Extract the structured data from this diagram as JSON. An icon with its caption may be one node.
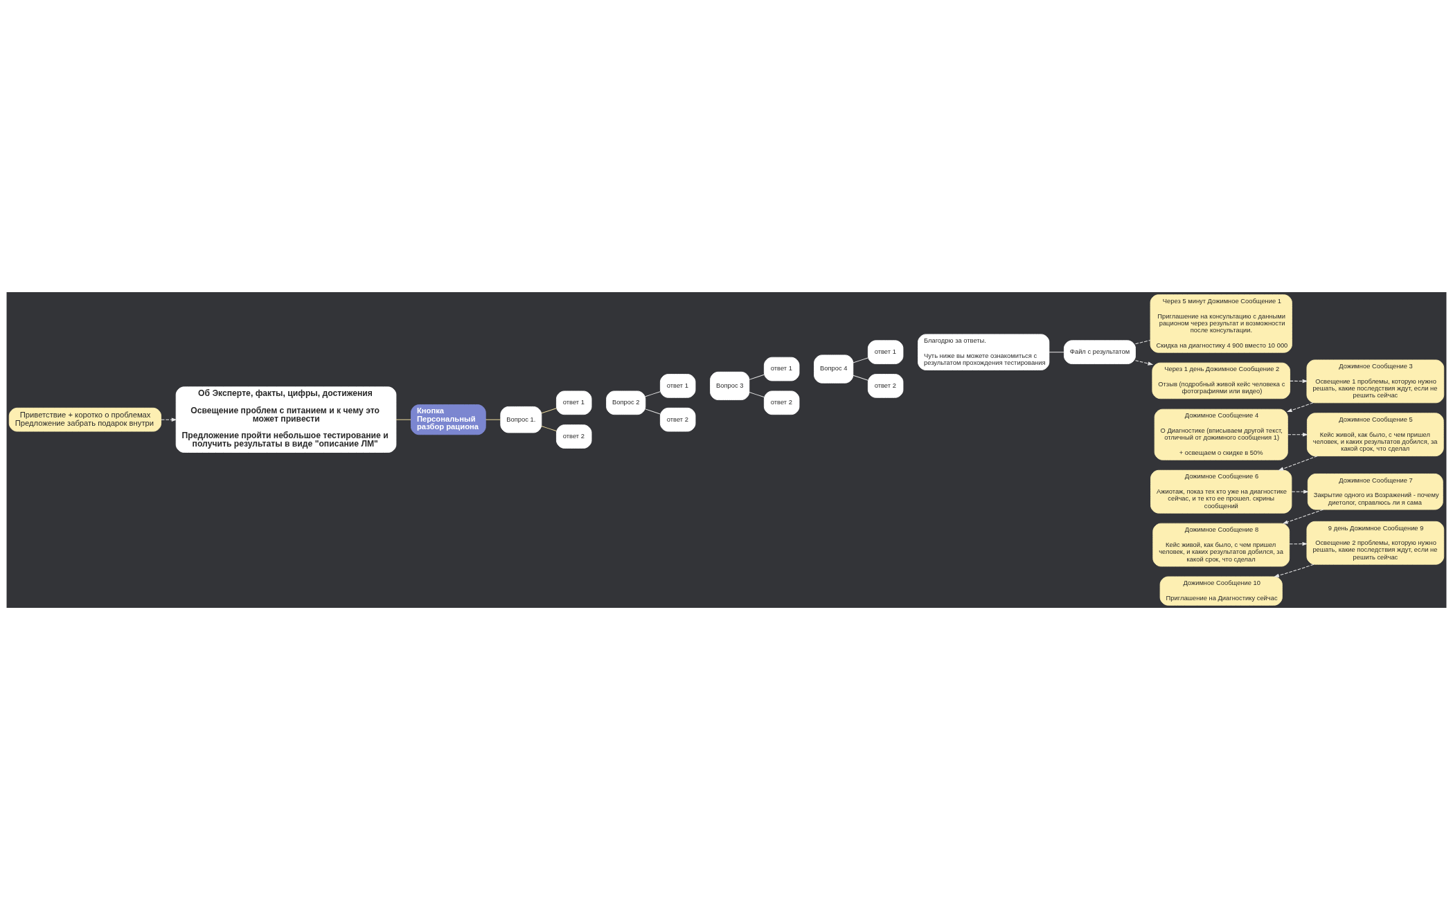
{
  "diagram": {
    "nodes": [
      {
        "text": [
          "Приветствие + коротко о проблемах",
          "Предложение забрать подарок внутри"
        ]
      },
      {
        "text": [
          "Об Эксперте, факты, цифры, достижения",
          "Освещение проблем с питанием и к чему это может привести",
          "Предложение пройти небольшое тестирование и получить результаты в виде \"описание ЛМ\""
        ]
      },
      {
        "text": [
          "Кнопка Персональный разбор рациона"
        ]
      },
      {
        "text": [
          "Вопрос 1."
        ]
      },
      {
        "text": [
          "ответ 1"
        ]
      },
      {
        "text": [
          "ответ 2"
        ]
      },
      {
        "text": [
          "Вопрос 2"
        ]
      },
      {
        "text": [
          "ответ 1"
        ]
      },
      {
        "text": [
          "ответ 2"
        ]
      },
      {
        "text": [
          "Вопрос 3"
        ]
      },
      {
        "text": [
          "ответ 1"
        ]
      },
      {
        "text": [
          "ответ 2"
        ]
      },
      {
        "text": [
          "Вопрос 4"
        ]
      },
      {
        "text": [
          "ответ 1"
        ]
      },
      {
        "text": [
          "ответ 2"
        ]
      },
      {
        "text": [
          "Благодрю за ответы.",
          "Чуть ниже вы можете ознакомиться с результатом прохождения тестирования"
        ]
      },
      {
        "text": [
          "Файл с результатом"
        ]
      },
      {
        "text": [
          "Через 5 минут Дожимное Сообщение 1",
          "Приглашение на консультацию с данными рационом через результат и возможности после консультации.",
          "Скидка на диагностику 4 900 вместо 10 000"
        ]
      },
      {
        "text": [
          "Через 1 день Дожимное Сообщение 2",
          "Отзыв (подробный живой кейс человека с фотографиями или видео)"
        ]
      },
      {
        "text": [
          "Дожимное Сообщение 3",
          "Освещение 1 проблемы, которую нужно решать, какие последствия ждут, если не решить сейчас"
        ]
      },
      {
        "text": [
          "Дожимное Сообщение 4",
          "О Диагностике (вписываем другой текст, отличный от дожимного сообщения 1)",
          "+ освещаем о скидке в 50%"
        ]
      },
      {
        "text": [
          "Дожимное Сообщение 5",
          "Кейс живой, как было, с чем пришел человек, и каких результатов добился, за какой срок, что сделал"
        ]
      },
      {
        "text": [
          "Дожимное Сообщение 6",
          "Ажиотаж, показ тех кто уже на диагностике сейчас, и те кто ее прошел. скрины сообщений"
        ]
      },
      {
        "text": [
          "Дожимное Сообщение 7",
          "Закрытие одного из Возражений - почему диетолог, справлюсь ли я сама"
        ]
      },
      {
        "text": [
          "Дожимное Сообщение 8",
          "Кейс живой, как было, с чем пришел человек, и каких результатов добился, за какой срок, что сделал"
        ]
      },
      {
        "text": [
          "9 день Дожимное Сообщение 9",
          "Освещение 2 проблемы, которую нужно решать, какие последствия ждут, если не решить сейчас"
        ]
      },
      {
        "text": [
          "Дожимное Сообщение 10",
          "Приглашение на Диагностику сейчас"
        ]
      }
    ],
    "edges": [
      {
        "from": 0,
        "to": 1,
        "arrow": "to",
        "style": "dashed"
      },
      {
        "from": 1,
        "to": 2,
        "arrow": "none",
        "color": "#e9d79a"
      },
      {
        "from": 2,
        "to": 3,
        "arrow": "none",
        "color": "#e9d79a"
      },
      {
        "from": 3,
        "to": 4,
        "arrow": "none",
        "color": "#e9d79a"
      },
      {
        "from": 3,
        "to": 5,
        "arrow": "none",
        "color": "#e9d79a"
      },
      {
        "from": 6,
        "to": 7,
        "arrow": "none"
      },
      {
        "from": 6,
        "to": 8,
        "arrow": "none"
      },
      {
        "from": 9,
        "to": 10,
        "arrow": "none"
      },
      {
        "from": 9,
        "to": 11,
        "arrow": "none"
      },
      {
        "from": 12,
        "to": 13,
        "arrow": "none"
      },
      {
        "from": 12,
        "to": 14,
        "arrow": "none"
      },
      {
        "from": 15,
        "to": 16,
        "arrow": "none"
      },
      {
        "from": 16,
        "to": 17,
        "arrow": "none",
        "style": "dashed"
      },
      {
        "from": 16,
        "to": 18,
        "arrow": "to",
        "style": "dashed"
      },
      {
        "from": 18,
        "to": 19,
        "arrow": "to",
        "style": "dashed"
      },
      {
        "from": 19,
        "to": 20,
        "arrow": "to",
        "style": "dashed"
      },
      {
        "from": 20,
        "to": 21,
        "arrow": "to",
        "style": "dashed"
      },
      {
        "from": 21,
        "to": 22,
        "arrow": "to",
        "style": "dashed"
      },
      {
        "from": 22,
        "to": 23,
        "arrow": "to",
        "style": "dashed"
      },
      {
        "from": 23,
        "to": 24,
        "arrow": "to",
        "style": "dashed"
      },
      {
        "from": 24,
        "to": 25,
        "arrow": "to",
        "style": "dashed"
      },
      {
        "from": 25,
        "to": 26,
        "arrow": "to",
        "style": "dashed"
      }
    ]
  }
}
